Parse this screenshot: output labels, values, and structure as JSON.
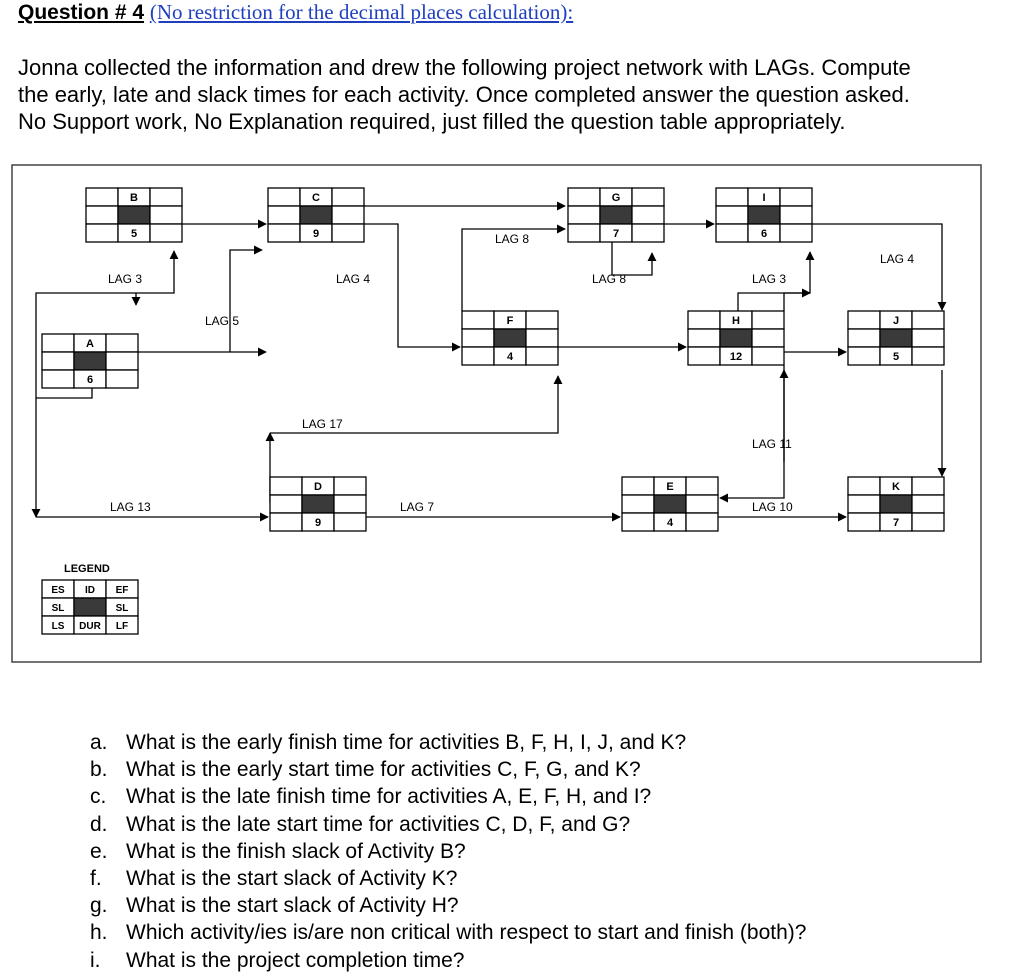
{
  "header": {
    "label": "Question # 4",
    "note": "(No restriction for the decimal places calculation):"
  },
  "intro": [
    "Jonna collected the information and drew the following project network with LAGs. Compute",
    "the early, late and slack times for each activity. Once completed answer the question asked.",
    "No Support work, No Explanation required, just filled the question table appropriately."
  ],
  "network": {
    "activities": [
      {
        "id": "A",
        "duration": "6"
      },
      {
        "id": "B",
        "duration": "5"
      },
      {
        "id": "C",
        "duration": "9"
      },
      {
        "id": "D",
        "duration": "9"
      },
      {
        "id": "E",
        "duration": "4"
      },
      {
        "id": "F",
        "duration": "4"
      },
      {
        "id": "G",
        "duration": "7"
      },
      {
        "id": "H",
        "duration": "12"
      },
      {
        "id": "I",
        "duration": "6"
      },
      {
        "id": "J",
        "duration": "5"
      },
      {
        "id": "K",
        "duration": "7"
      }
    ],
    "lags": {
      "a_b": "LAG 3",
      "a_c": "LAG 5",
      "a_d": "LAG 13",
      "c_f": "LAG  4",
      "d_f": "LAG  17",
      "f_g": "LAG 8",
      "g_e": "LAG  8",
      "d_e": "LAG  7",
      "i_j": "LAG  4",
      "h_i": "LAG  3",
      "h_k": "LAG  11",
      "e_k": "LAG  10"
    },
    "legend": {
      "title": "LEGEND",
      "es": "ES",
      "id": "ID",
      "ef": "EF",
      "sl_left": "SL",
      "sl_right": "SL",
      "ls": "LS",
      "dur": "DUR",
      "lf": "LF"
    }
  },
  "questions": [
    {
      "marker": "a.",
      "text": "What is the early finish time for activities B, F, H, I, J, and K?"
    },
    {
      "marker": "b.",
      "text": "What is the early start time for activities C, F, G, and K?"
    },
    {
      "marker": "c.",
      "text": "What is the late finish time for activities A, E, F, H, and I?"
    },
    {
      "marker": "d.",
      "text": "What is the late start time for activities C, D, F, and G?"
    },
    {
      "marker": "e.",
      "text": "What is the finish slack of Activity B?"
    },
    {
      "marker": "f.",
      "text": "What is the start slack of Activity K?"
    },
    {
      "marker": "g.",
      "text": "What is the start slack of Activity H?"
    },
    {
      "marker": "h.",
      "text": "Which activity/ies is/are non critical with respect to start and finish (both)?"
    },
    {
      "marker": "i.",
      "text": "What is the project completion time?"
    }
  ]
}
